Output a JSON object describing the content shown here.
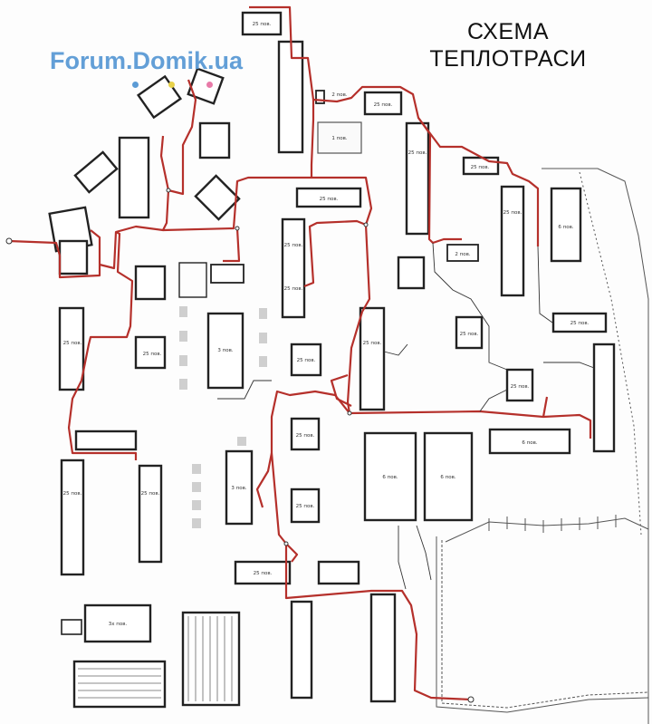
{
  "title": {
    "line1": "СХЕМА",
    "line2": "ТЕПЛОТРАСИ"
  },
  "watermark": "Forum.Domik.ua",
  "colors": {
    "heat_route": "#b5302b",
    "building_outline": "#222222",
    "parking": "#cfcfcf",
    "watermark": "#5b9bd5"
  },
  "buildings": [
    {
      "label": "25 пов."
    },
    {
      "label": "2 пов."
    },
    {
      "label": "25 пов."
    },
    {
      "label": "1 пов."
    },
    {
      "label": "25 пов."
    },
    {
      "label": "25 пов."
    },
    {
      "label": "2 пов."
    },
    {
      "label": "6 пов."
    },
    {
      "label": "25 пов."
    },
    {
      "label": "25 пов."
    },
    {
      "label": "25 пов."
    },
    {
      "label": "25 пов."
    },
    {
      "label": "25 пов."
    },
    {
      "label": "25 пов."
    },
    {
      "label": "3 пов."
    },
    {
      "label": "25 пов."
    },
    {
      "label": "25 пов."
    },
    {
      "label": "6 пов."
    },
    {
      "label": "6 пов."
    },
    {
      "label": "6 пов."
    },
    {
      "label": "25 пов."
    },
    {
      "label": "25 пов."
    },
    {
      "label": "25 пов."
    },
    {
      "label": "25 пов."
    },
    {
      "label": "25 пов."
    },
    {
      "label": "25 пов."
    },
    {
      "label": "25 пов."
    },
    {
      "label": "3 пов."
    },
    {
      "label": "25 пов."
    },
    {
      "label": "3х пов."
    }
  ]
}
